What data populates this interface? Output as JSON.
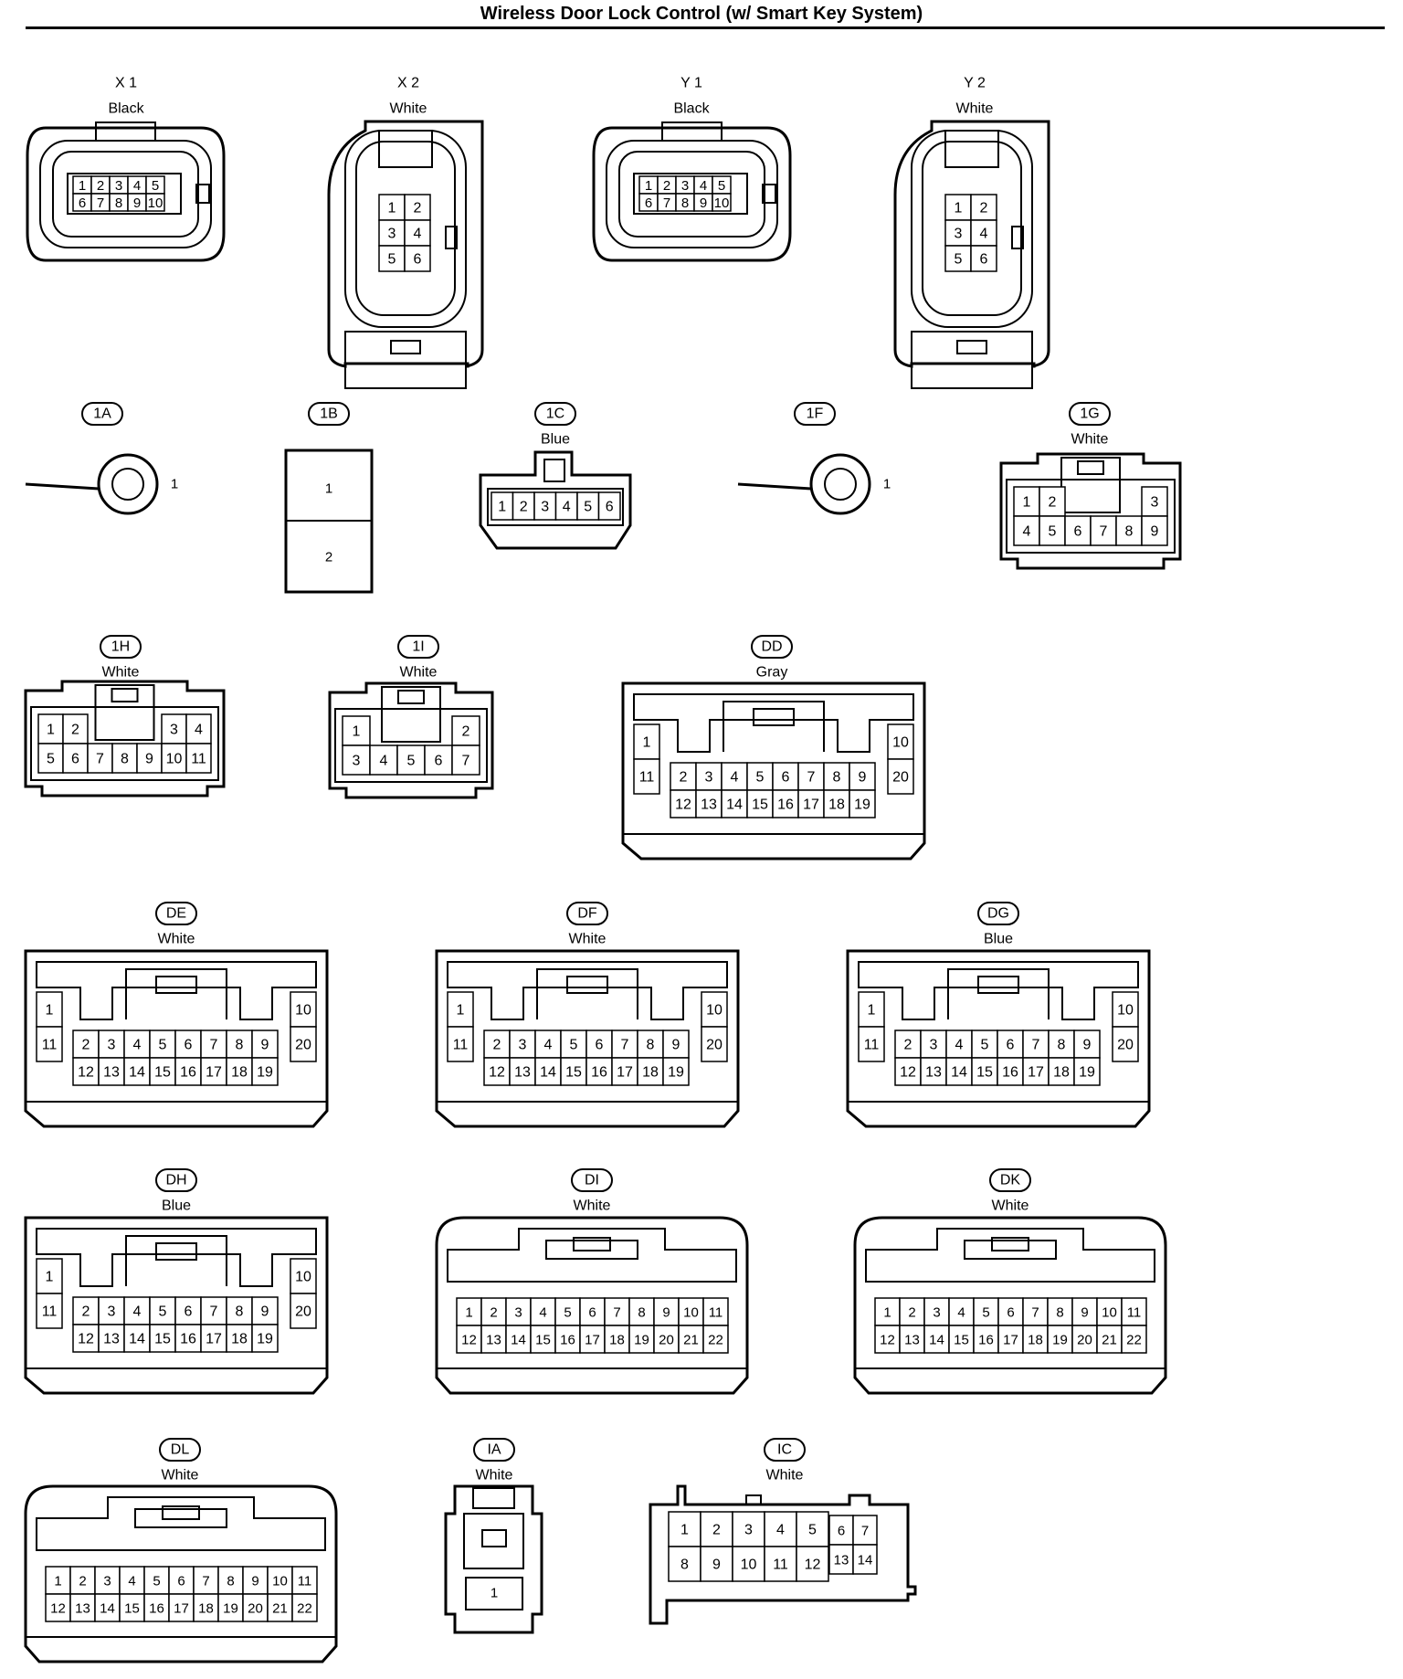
{
  "title": "Wireless Door Lock Control (w/ Smart Key System)",
  "connectors": [
    {
      "id": "X1",
      "code": "X 1",
      "style": "plain",
      "color": "Black",
      "type": "round",
      "pins": [
        [
          1,
          2,
          3,
          4,
          5
        ],
        [
          6,
          7,
          8,
          9,
          10
        ]
      ]
    },
    {
      "id": "X2",
      "code": "X 2",
      "style": "plain",
      "color": "White",
      "type": "tall",
      "pins": [
        [
          1,
          2
        ],
        [
          3,
          4
        ],
        [
          5,
          6
        ]
      ]
    },
    {
      "id": "Y1",
      "code": "Y 1",
      "style": "plain",
      "color": "Black",
      "type": "round",
      "pins": [
        [
          1,
          2,
          3,
          4,
          5
        ],
        [
          6,
          7,
          8,
          9,
          10
        ]
      ]
    },
    {
      "id": "Y2",
      "code": "Y 2",
      "style": "plain",
      "color": "White",
      "type": "tall",
      "pins": [
        [
          1,
          2
        ],
        [
          3,
          4
        ],
        [
          5,
          6
        ]
      ]
    },
    {
      "id": "1A",
      "code": "1A",
      "style": "oval",
      "color": "",
      "type": "ring",
      "pins": [
        [
          1
        ]
      ]
    },
    {
      "id": "1B",
      "code": "1B",
      "style": "oval",
      "color": "",
      "type": "block",
      "pins": [
        [
          1
        ],
        [
          2
        ]
      ]
    },
    {
      "id": "1C",
      "code": "1C",
      "style": "oval",
      "color": "Blue",
      "type": "small",
      "pins": [
        [
          1,
          2,
          3,
          4,
          5,
          6
        ]
      ]
    },
    {
      "id": "1F",
      "code": "1F",
      "style": "oval",
      "color": "",
      "type": "ring",
      "pins": [
        [
          1
        ]
      ]
    },
    {
      "id": "1G",
      "code": "1G",
      "style": "oval",
      "color": "White",
      "type": "latch",
      "pins": [
        [
          1,
          2,
          "",
          "",
          "",
          3
        ],
        [
          4,
          5,
          6,
          7,
          8,
          9
        ]
      ]
    },
    {
      "id": "1H",
      "code": "1H",
      "style": "oval",
      "color": "White",
      "type": "latch",
      "pins": [
        [
          1,
          2,
          "",
          "",
          "",
          3,
          4
        ],
        [
          5,
          6,
          7,
          8,
          9,
          10,
          11
        ]
      ]
    },
    {
      "id": "1I",
      "code": "1I",
      "style": "oval",
      "color": "White",
      "type": "latch",
      "pins": [
        [
          1,
          "",
          "",
          "",
          2
        ],
        [
          3,
          4,
          5,
          6,
          7
        ]
      ]
    },
    {
      "id": "DD",
      "code": "DD",
      "style": "oval",
      "color": "Gray",
      "type": "big20",
      "pins": [
        [
          1,
          11
        ],
        [
          2,
          3,
          4,
          5,
          6,
          7,
          8,
          9
        ],
        [
          12,
          13,
          14,
          15,
          16,
          17,
          18,
          19
        ],
        [
          10,
          20
        ]
      ]
    },
    {
      "id": "DE",
      "code": "DE",
      "style": "oval",
      "color": "White",
      "type": "big20",
      "pins": [
        [
          1,
          11
        ],
        [
          2,
          3,
          4,
          5,
          6,
          7,
          8,
          9
        ],
        [
          12,
          13,
          14,
          15,
          16,
          17,
          18,
          19
        ],
        [
          10,
          20
        ]
      ]
    },
    {
      "id": "DF",
      "code": "DF",
      "style": "oval",
      "color": "White",
      "type": "big20",
      "pins": [
        [
          1,
          11
        ],
        [
          2,
          3,
          4,
          5,
          6,
          7,
          8,
          9
        ],
        [
          12,
          13,
          14,
          15,
          16,
          17,
          18,
          19
        ],
        [
          10,
          20
        ]
      ]
    },
    {
      "id": "DG",
      "code": "DG",
      "style": "oval",
      "color": "Blue",
      "type": "big20",
      "pins": [
        [
          1,
          11
        ],
        [
          2,
          3,
          4,
          5,
          6,
          7,
          8,
          9
        ],
        [
          12,
          13,
          14,
          15,
          16,
          17,
          18,
          19
        ],
        [
          10,
          20
        ]
      ]
    },
    {
      "id": "DH",
      "code": "DH",
      "style": "oval",
      "color": "Blue",
      "type": "big20",
      "pins": [
        [
          1,
          11
        ],
        [
          2,
          3,
          4,
          5,
          6,
          7,
          8,
          9
        ],
        [
          12,
          13,
          14,
          15,
          16,
          17,
          18,
          19
        ],
        [
          10,
          20
        ]
      ]
    },
    {
      "id": "DI",
      "code": "DI",
      "style": "oval",
      "color": "White",
      "type": "big22",
      "pins": [
        [
          1,
          2,
          3,
          4,
          5,
          6,
          7,
          8,
          9,
          10,
          11
        ],
        [
          12,
          13,
          14,
          15,
          16,
          17,
          18,
          19,
          20,
          21,
          22
        ]
      ]
    },
    {
      "id": "DK",
      "code": "DK",
      "style": "oval",
      "color": "White",
      "type": "big22",
      "pins": [
        [
          1,
          2,
          3,
          4,
          5,
          6,
          7,
          8,
          9,
          10,
          11
        ],
        [
          12,
          13,
          14,
          15,
          16,
          17,
          18,
          19,
          20,
          21,
          22
        ]
      ]
    },
    {
      "id": "DL",
      "code": "DL",
      "style": "oval",
      "color": "White",
      "type": "big22",
      "pins": [
        [
          1,
          2,
          3,
          4,
          5,
          6,
          7,
          8,
          9,
          10,
          11
        ],
        [
          12,
          13,
          14,
          15,
          16,
          17,
          18,
          19,
          20,
          21,
          22
        ]
      ]
    },
    {
      "id": "IA",
      "code": "IA",
      "style": "oval",
      "color": "White",
      "type": "single",
      "pins": [
        [
          1
        ]
      ]
    },
    {
      "id": "IC",
      "code": "IC",
      "style": "oval",
      "color": "White",
      "type": "ic14",
      "pins": [
        [
          1,
          2,
          3,
          4,
          5,
          6,
          7
        ],
        [
          8,
          9,
          10,
          11,
          12,
          13,
          14
        ]
      ]
    }
  ]
}
